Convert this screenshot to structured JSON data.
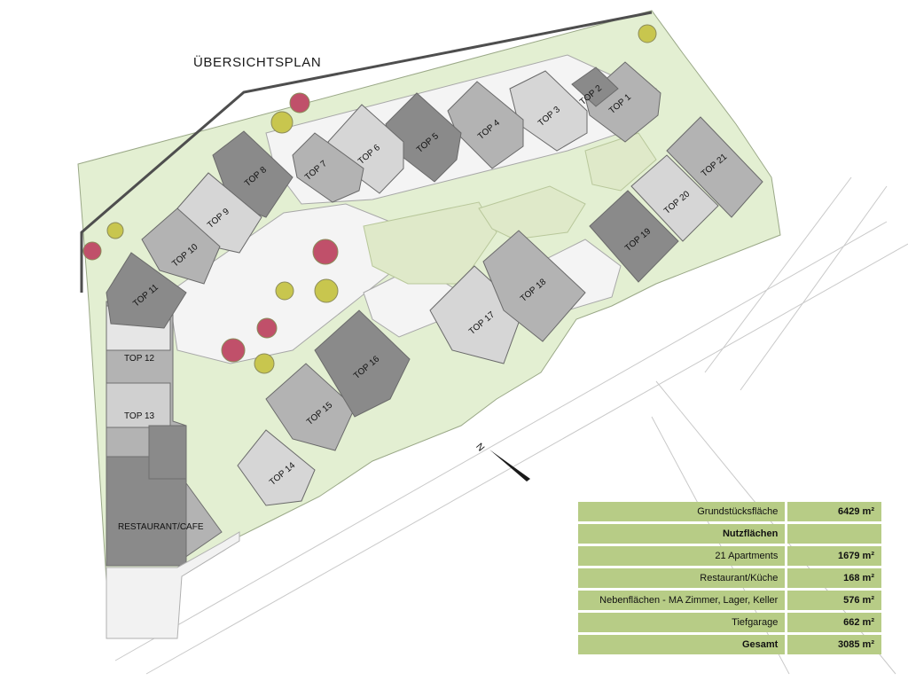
{
  "title": "ÜBERSICHTSPLAN",
  "north_label": "N",
  "units": {
    "top1": "TOP 1",
    "top2": "TOP 2",
    "top3": "TOP 3",
    "top4": "TOP 4",
    "top5": "TOP 5",
    "top6": "TOP 6",
    "top7": "TOP 7",
    "top8": "TOP 8",
    "top9": "TOP 9",
    "top10": "TOP 10",
    "top11": "TOP 11",
    "top12": "TOP 12",
    "top13": "TOP 13",
    "top14": "TOP 14",
    "top15": "TOP 15",
    "top16": "TOP 16",
    "top17": "TOP 17",
    "top18": "TOP 18",
    "top19": "TOP 19",
    "top20": "TOP 20",
    "top21": "TOP 21",
    "restaurant": "RESTAURANT/CAFE"
  },
  "area_table": [
    {
      "label": "Grundstücksfläche",
      "value": "6429 m²"
    },
    {
      "label": "Nutzflächen",
      "value": ""
    },
    {
      "label": "21 Apartments",
      "value": "1679 m²"
    },
    {
      "label": "Restaurant/Küche",
      "value": "168 m²"
    },
    {
      "label": "Nebenflächen - MA Zimmer, Lager, Keller",
      "value": "576 m²"
    },
    {
      "label": "Tiefgarage",
      "value": "662 m²"
    },
    {
      "label": "Gesamt",
      "value": "3085 m²"
    }
  ],
  "colors": {
    "lawn": "#e3efd2",
    "table_fill": "#b7cc86",
    "unit_dark": "#8a8a8a",
    "unit_mid": "#b3b3b3",
    "unit_light": "#d6d6d6",
    "tree_red": "#c0506a",
    "tree_yellow": "#c8c64e"
  }
}
